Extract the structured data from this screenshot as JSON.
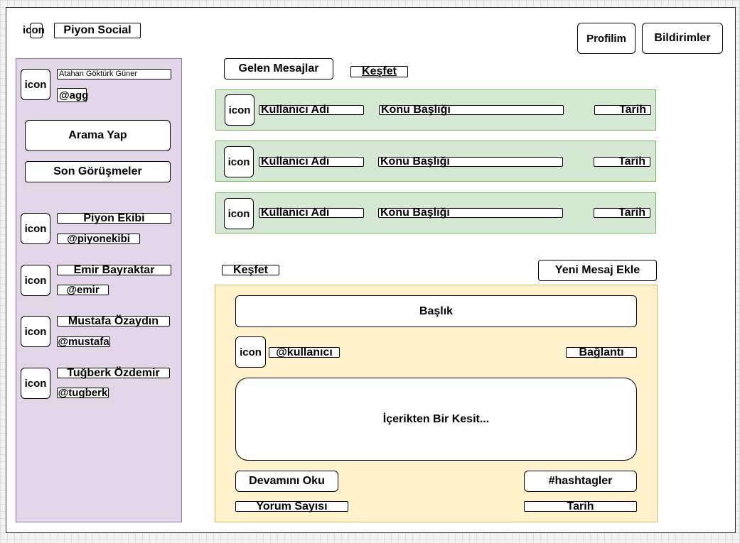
{
  "header": {
    "logo_icon": "icon",
    "app_title": "Piyon Social",
    "profile_button": "Profilim",
    "notifications_button": "Bildirimler"
  },
  "sidebar": {
    "user": {
      "icon": "icon",
      "name": "Atahan Göktürk Güner",
      "handle": "@agg"
    },
    "search_button": "Arama Yap",
    "recent_button": "Son Görüşmeler",
    "contacts": [
      {
        "icon": "icon",
        "name": "Piyon Ekibi",
        "handle": "@piyonekibi"
      },
      {
        "icon": "icon",
        "name": "Emir Bayraktar",
        "handle": "@emir"
      },
      {
        "icon": "icon",
        "name": "Mustafa Özaydın",
        "handle": "@mustafa"
      },
      {
        "icon": "icon",
        "name": "Tuğberk Özdemir",
        "handle": "@tugberk"
      }
    ]
  },
  "main": {
    "tabs": {
      "inbox": "Gelen Mesajlar",
      "explore": "Keşfet"
    },
    "messages": [
      {
        "icon": "icon",
        "user": "Kullanıcı Adı",
        "subject": "Konu Başlığı",
        "date": "Tarih"
      },
      {
        "icon": "icon",
        "user": "Kullanıcı Adı",
        "subject": "Konu Başlığı",
        "date": "Tarih"
      },
      {
        "icon": "icon",
        "user": "Kullanıcı Adı",
        "subject": "Konu Başlığı",
        "date": "Tarih"
      }
    ],
    "explore_label": "Keşfet",
    "new_message_button": "Yeni Mesaj Ekle",
    "post": {
      "title": "Başlık",
      "icon": "icon",
      "handle": "@kullanıcı",
      "link": "Bağlantı",
      "excerpt": "İçerikten Bir Kesit...",
      "read_more": "Devamını Oku",
      "hashtags": "#hashtagler",
      "comment_count": "Yorum Sayısı",
      "date": "Tarih"
    }
  },
  "colors": {
    "sidebar_fill": "#e1d5e7",
    "sidebar_border": "#9673a6",
    "message_fill": "#d5e8d4",
    "message_border": "#82b366",
    "post_fill": "#fff2cc",
    "post_border": "#d6b656"
  }
}
